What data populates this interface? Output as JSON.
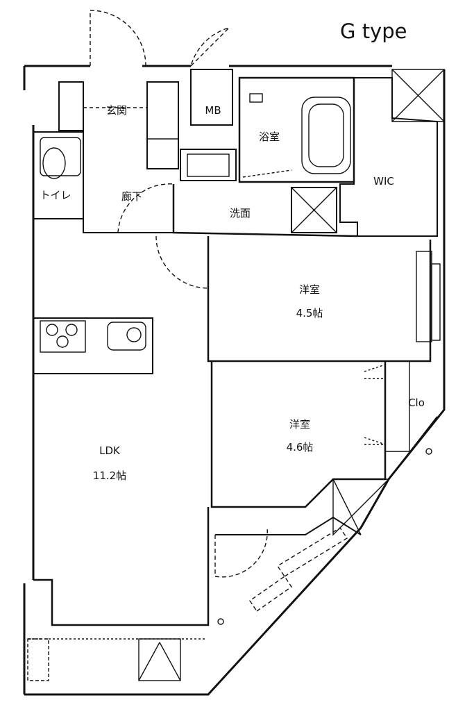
{
  "title": "G type",
  "rooms": {
    "entrance": "玄関",
    "mb": "MB",
    "bath": "浴室",
    "wic": "WIC",
    "toilet": "トイレ",
    "hallway": "廊下",
    "washroom": "洗面",
    "western1": "洋室",
    "western1_size": "4.5帖",
    "western2": "洋室",
    "western2_size": "4.6帖",
    "closet": "Clo",
    "ldk": "LDK",
    "ldk_size": "11.2帖"
  }
}
